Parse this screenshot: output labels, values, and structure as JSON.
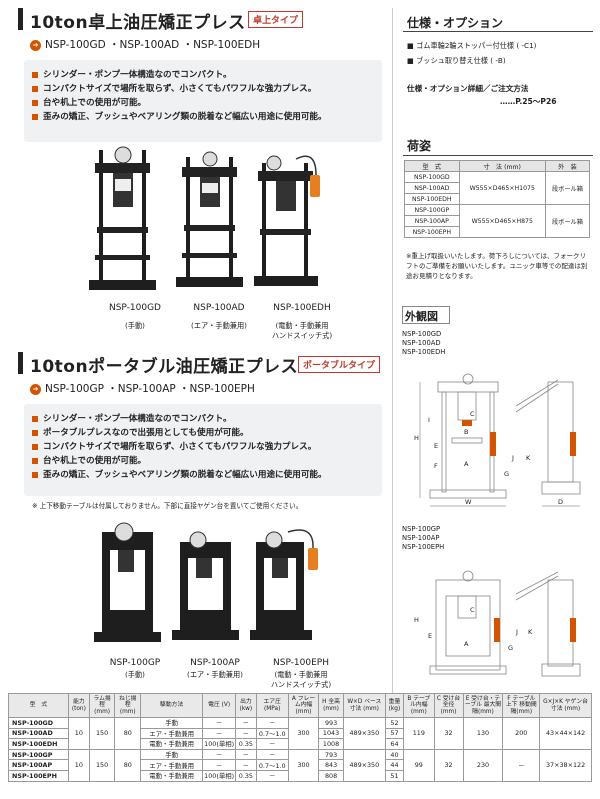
{
  "sec1": {
    "title": "10ton卓上油圧矯正プレス",
    "tag": "卓上タイプ",
    "models": "NSP-100GD ・NSP-100AD ・NSP-100EDH",
    "features": [
      "シリンダー・ポンプ一体構造なのでコンパクト。",
      "コンパクトサイズで場所を取らず、小さくてもパワフルな強力プレス。",
      "台や机上での使用が可能。",
      "歪みの矯正、ブッシュやベアリング類の脱着など幅広い用途に使用可能。"
    ],
    "products": [
      {
        "name": "NSP-100GD",
        "sub": "(手動)",
        "sub2": ""
      },
      {
        "name": "NSP-100AD",
        "sub": "(エア・手動兼用)",
        "sub2": ""
      },
      {
        "name": "NSP-100EDH",
        "sub": "(電動・手動兼用",
        "sub2": "ハンドスイッチ式)"
      }
    ]
  },
  "sec2": {
    "title": "10tonポータブル油圧矯正プレス",
    "tag": "ポータブルタイプ",
    "models": "NSP-100GP ・NSP-100AP ・NSP-100EPH",
    "features": [
      "シリンダー・ポンプ一体構造なのでコンパクト。",
      "ポータブルプレスなので出張用としても使用が可能。",
      "コンパクトサイズで場所を取らず、小さくてもパワフルな強力プレス。",
      "台や机上での使用が可能。",
      "歪みの矯正、ブッシュやベアリング類の脱着など幅広い用途に使用可能。"
    ],
    "note": "※ 上下移動テーブルは付属しておりません。下部に直接ヤゲン台を置いてご使用ください。",
    "products": [
      {
        "name": "NSP-100GP",
        "sub": "(手動)",
        "sub2": ""
      },
      {
        "name": "NSP-100AP",
        "sub": "(エア・手動兼用)",
        "sub2": ""
      },
      {
        "name": "NSP-100EPH",
        "sub": "(電動・手動兼用",
        "sub2": "ハンドスイッチ式)"
      }
    ]
  },
  "spec_options": {
    "title": "仕様・オプション",
    "items": [
      "ゴム車輪2輪ストッパー付仕様 ( -C1)",
      "ブッシュ取り替え仕様 ( -B)"
    ],
    "detail": "仕様・オプション詳細／ご注文方法",
    "page": "……P.25〜P26"
  },
  "packing": {
    "title": "荷姿",
    "headers": [
      "型　式",
      "寸　法 (mm)",
      "外　装"
    ],
    "rows": [
      [
        "NSP-100GD",
        "W555×D465×H1075",
        "段ボール箱"
      ],
      [
        "NSP-100AD",
        "",
        ""
      ],
      [
        "NSP-100EDH",
        "",
        ""
      ],
      [
        "NSP-100GP",
        "W555×D465×H875",
        "段ボール箱"
      ],
      [
        "NSP-100AP",
        "",
        ""
      ],
      [
        "NSP-100EPH",
        "",
        ""
      ]
    ],
    "note": "※重上げ取扱いいたします。荷下ろしについては、フォークリフトのご準備をお願いいたします。ユニック車等での配達は別途お見積りとなります。"
  },
  "external": {
    "title": "外観図",
    "models1": [
      "NSP-100GD",
      "NSP-100AD",
      "NSP-100EDH"
    ],
    "models2": [
      "NSP-100GP",
      "NSP-100AP",
      "NSP-100EPH"
    ],
    "dim_labels": {
      "h": "H",
      "i": "I",
      "e": "E",
      "f": "F",
      "a": "A",
      "b": "B",
      "c": "C",
      "g": "G",
      "j": "J",
      "k": "K",
      "w": "W",
      "d": "D"
    }
  },
  "spec_table": {
    "headers": [
      "型　式",
      "能力 (ton)",
      "ラム揚程 (mm)",
      "ねじ揚程 (mm)",
      "駆動方法",
      "電圧 (V)",
      "出力 (kw)",
      "エア圧 (MPa)",
      "A フレーム内幅 (mm)",
      "H 全高 (mm)",
      "W×D ベース寸法 (mm)",
      "重量 (kg)",
      "B テーブル内幅 (mm)",
      "C 受け台全径 (mm)",
      "E 受け台・テーブル 最大間隔(mm)",
      "F テーブル上下 移動間隔(mm)",
      "G×J×K ヤゲン台寸法 (mm)"
    ],
    "rows": [
      [
        "NSP-100GD",
        "10",
        "150",
        "80",
        "手動",
        "－",
        "－",
        "－",
        "300",
        "993",
        "489×350",
        "52",
        "119",
        "32",
        "130",
        "200",
        "43×44×142"
      ],
      [
        "NSP-100AD",
        "",
        "",
        "",
        "エア・手動兼用",
        "－",
        "－",
        "0.7〜1.0",
        "",
        "1043",
        "",
        "57",
        "",
        "",
        "",
        "",
        ""
      ],
      [
        "NSP-100EDH",
        "",
        "",
        "",
        "電動・手動兼用",
        "100(単相)",
        "0.35",
        "－",
        "",
        "1008",
        "",
        "64",
        "",
        "",
        "",
        "",
        ""
      ],
      [
        "NSP-100GP",
        "10",
        "150",
        "80",
        "手動",
        "－",
        "－",
        "－",
        "300",
        "793",
        "489×350",
        "40",
        "99",
        "32",
        "230",
        "－",
        "37×38×122"
      ],
      [
        "NSP-100AP",
        "",
        "",
        "",
        "エア・手動兼用",
        "－",
        "－",
        "0.7〜1.0",
        "",
        "843",
        "",
        "44",
        "",
        "",
        "",
        "",
        ""
      ],
      [
        "NSP-100EPH",
        "",
        "",
        "",
        "電動・手動兼用",
        "100(単相)",
        "0.35",
        "－",
        "",
        "808",
        "",
        "51",
        "",
        "",
        "",
        "",
        ""
      ]
    ]
  },
  "colors": {
    "accent": "#d35400",
    "tag": "#c0392b",
    "machine": "#1e1e1e"
  }
}
